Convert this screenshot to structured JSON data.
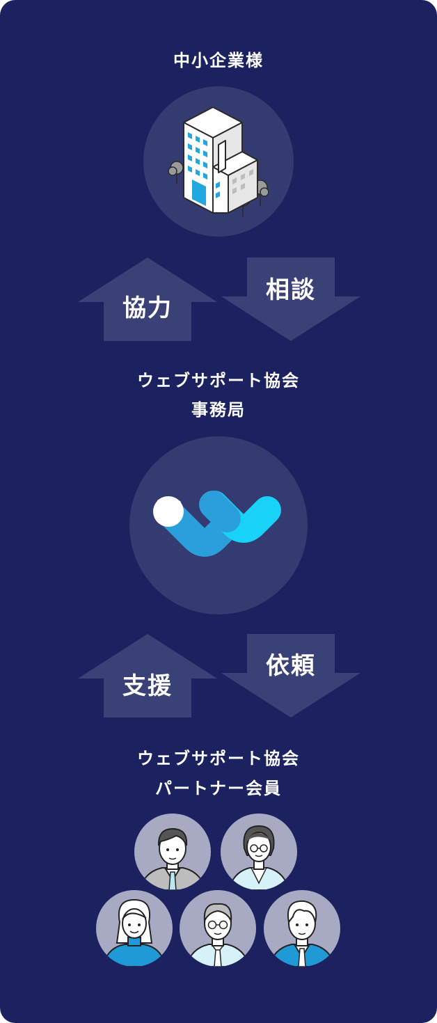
{
  "top": {
    "title": "中小企業様"
  },
  "arrows1": {
    "up": "協力",
    "down": "相談"
  },
  "middle": {
    "title_line1": "ウェブサポート協会",
    "title_line2": "事務局"
  },
  "arrows2": {
    "up": "支援",
    "down": "依頼"
  },
  "bottom": {
    "title_line1": "ウェブサポート協会",
    "title_line2": "パートナー会員"
  },
  "colors": {
    "background": "#1c2260",
    "circle": "#333b70",
    "arrow": "#3a4177",
    "logo_dark": "#2b9fdb",
    "logo_light": "#18d2f7",
    "avatar_bg": "#a8aac4"
  },
  "icons": {
    "building": "building-icon",
    "logo": "web-support-logo-icon",
    "people": [
      "man-suit-icon",
      "woman-glasses-icon",
      "woman-sweater-icon",
      "older-man-glasses-icon",
      "young-man-suit-icon"
    ]
  }
}
